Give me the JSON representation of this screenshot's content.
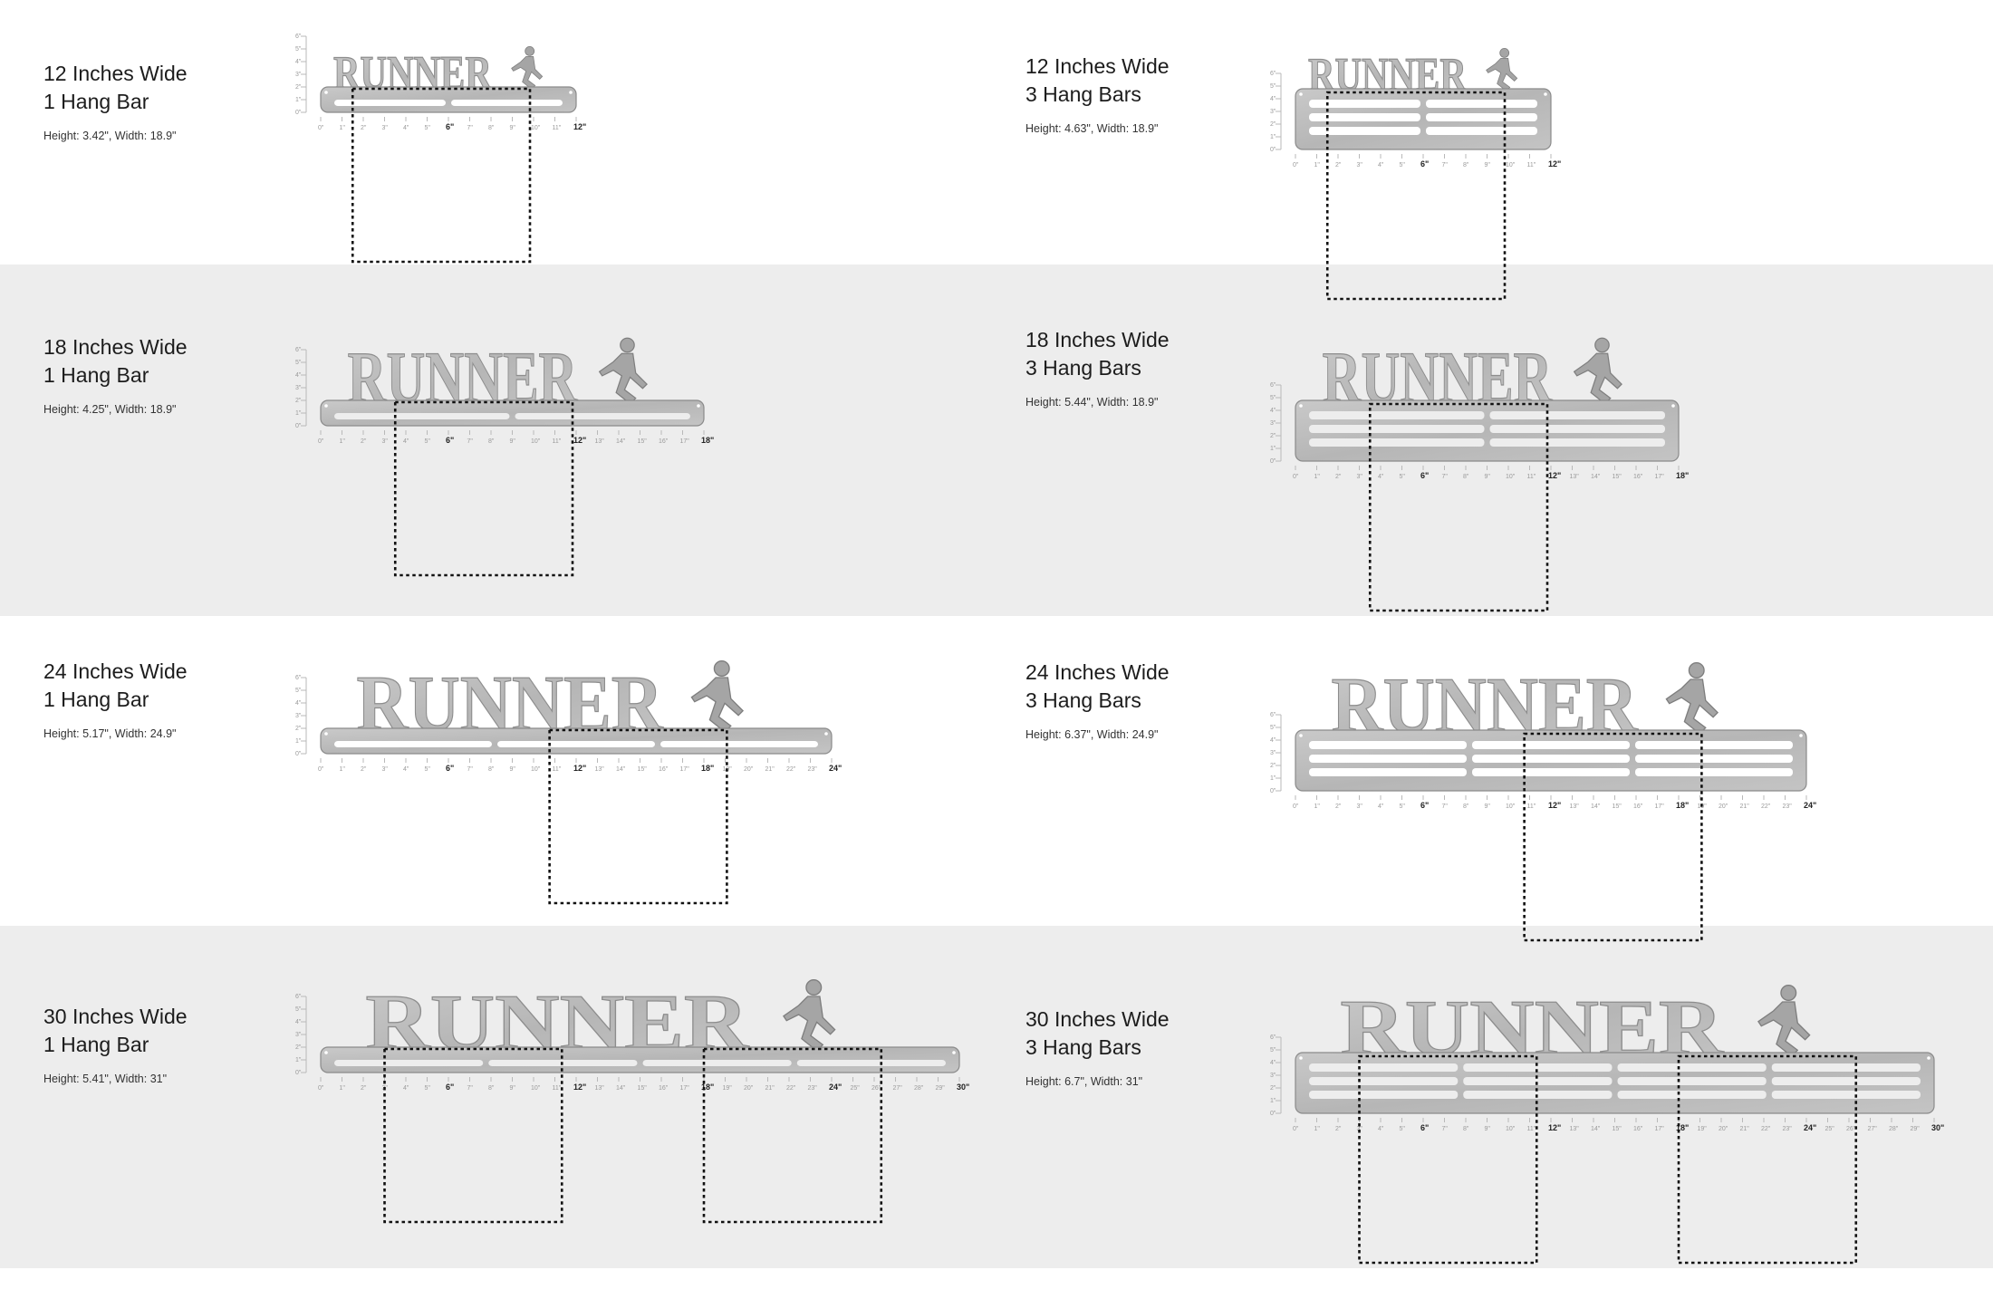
{
  "bands": [
    {
      "tone": "white"
    },
    {
      "tone": "grey"
    },
    {
      "tone": "white"
    },
    {
      "tone": "grey"
    }
  ],
  "rack_word": "RUNNER",
  "products": [
    {
      "title": "12 Inches Wide",
      "bars_label": "1 Hang Bar",
      "dims": "Height: 3.42\",  Width: 18.9\"",
      "width_in": 12,
      "hang_bars": 1,
      "frames": 1
    },
    {
      "title": "12 Inches Wide",
      "bars_label": "3 Hang Bars",
      "dims": "Height: 4.63\",  Width: 18.9\"",
      "width_in": 12,
      "hang_bars": 3,
      "frames": 1
    },
    {
      "title": "18 Inches Wide",
      "bars_label": "1 Hang Bar",
      "dims": "Height: 4.25\",  Width: 18.9\"",
      "width_in": 18,
      "hang_bars": 1,
      "frames": 1
    },
    {
      "title": "18 Inches Wide",
      "bars_label": "3 Hang Bars",
      "dims": "Height: 5.44\",  Width: 18.9\"",
      "width_in": 18,
      "hang_bars": 3,
      "frames": 1
    },
    {
      "title": "24 Inches Wide",
      "bars_label": "1 Hang Bar",
      "dims": "Height: 5.17\",  Width: 24.9\"",
      "width_in": 24,
      "hang_bars": 1,
      "frames": 1
    },
    {
      "title": "24 Inches Wide",
      "bars_label": "3 Hang Bars",
      "dims": "Height: 6.37\",  Width: 24.9\"",
      "width_in": 24,
      "hang_bars": 3,
      "frames": 1
    },
    {
      "title": "30 Inches Wide",
      "bars_label": "1 Hang Bar",
      "dims": "Height: 5.41\",  Width: 31\"",
      "width_in": 30,
      "hang_bars": 1,
      "frames": 2
    },
    {
      "title": "30 Inches Wide",
      "bars_label": "3 Hang Bars",
      "dims": "Height: 6.7\",  Width: 31\"",
      "width_in": 30,
      "hang_bars": 3,
      "frames": 2
    }
  ],
  "colors": {
    "white_band": "#ffffff",
    "grey_band": "#ededed",
    "steel_light": "#d2d2d2",
    "steel_dark": "#a9a9a9",
    "frame": "#111111"
  }
}
